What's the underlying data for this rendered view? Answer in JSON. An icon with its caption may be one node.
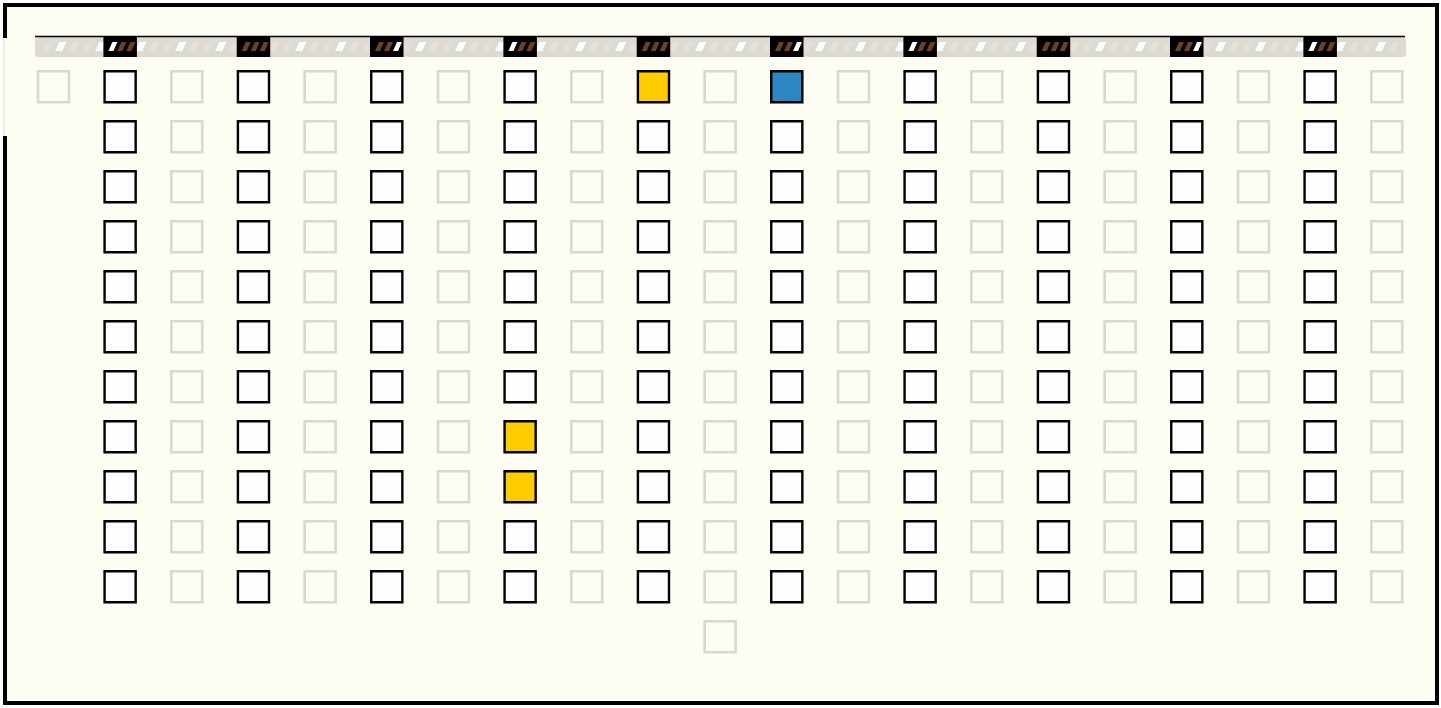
{
  "diagram": {
    "nodes": [
      {
        "text": [],
        "shape": "box"
      },
      {
        "text": [],
        "shape": "box"
      },
      {
        "text": [],
        "shape": "box"
      },
      {
        "text": [],
        "shape": "box"
      },
      {
        "text": [],
        "shape": "box"
      },
      {
        "text": [],
        "shape": "box"
      },
      {
        "text": [],
        "shape": "box"
      },
      {
        "text": [],
        "shape": "box"
      },
      {
        "text": [],
        "shape": "box"
      },
      {
        "text": [],
        "shape": "box"
      },
      {
        "text": [],
        "shape": "box"
      },
      {
        "text": [],
        "shape": "box"
      },
      {
        "text": [],
        "shape": "box"
      },
      {
        "text": [],
        "shape": "box"
      },
      {
        "text": [],
        "shape": "box"
      },
      {
        "text": [],
        "shape": "box"
      },
      {
        "text": [],
        "shape": "box"
      },
      {
        "text": [],
        "shape": "box"
      },
      {
        "text": [],
        "shape": "box"
      },
      {
        "text": [],
        "shape": "box"
      },
      {
        "text": [],
        "shape": "box"
      },
      {
        "text": [],
        "shape": "box"
      },
      {
        "text": [],
        "shape": "box"
      },
      {
        "text": [],
        "shape": "box"
      },
      {
        "text": [],
        "shape": "box"
      },
      {
        "text": [],
        "shape": "box"
      },
      {
        "text": [],
        "shape": "box"
      },
      {
        "text": [],
        "shape": "box"
      },
      {
        "text": [],
        "shape": "box"
      },
      {
        "text": [],
        "shape": "box"
      },
      {
        "text": [],
        "shape": "box"
      },
      {
        "text": [],
        "shape": "box"
      },
      {
        "text": [],
        "shape": "box"
      },
      {
        "text": [],
        "shape": "box"
      },
      {
        "text": [],
        "shape": "box"
      },
      {
        "text": [],
        "shape": "box"
      },
      {
        "text": [],
        "shape": "box"
      },
      {
        "text": [],
        "shape": "box"
      },
      {
        "text": [],
        "shape": "box"
      },
      {
        "text": [],
        "shape": "box"
      },
      {
        "text": [],
        "shape": "box"
      },
      {
        "text": [],
        "shape": "box"
      },
      {
        "text": [],
        "shape": "box"
      },
      {
        "text": [],
        "shape": "box"
      },
      {
        "text": [],
        "shape": "box"
      },
      {
        "text": [],
        "shape": "box"
      },
      {
        "text": [],
        "shape": "box"
      },
      {
        "text": [],
        "shape": "box"
      },
      {
        "text": [],
        "shape": "box"
      },
      {
        "text": [],
        "shape": "box"
      },
      {
        "text": [],
        "shape": "box"
      },
      {
        "text": [],
        "shape": "box"
      },
      {
        "text": [],
        "shape": "box"
      },
      {
        "text": [],
        "shape": "box"
      },
      {
        "text": [],
        "shape": "box"
      },
      {
        "text": [],
        "shape": "box"
      },
      {
        "text": [],
        "shape": "box"
      },
      {
        "text": [],
        "shape": "box"
      },
      {
        "text": [],
        "shape": "box"
      },
      {
        "text": [],
        "shape": "box"
      },
      {
        "text": [],
        "shape": "box"
      },
      {
        "text": [],
        "shape": "box"
      },
      {
        "text": [],
        "shape": "box"
      },
      {
        "text": [],
        "shape": "box"
      },
      {
        "text": [],
        "shape": "box"
      },
      {
        "text": [],
        "shape": "box"
      },
      {
        "text": [],
        "shape": "box"
      },
      {
        "text": [],
        "shape": "box"
      },
      {
        "text": [],
        "shape": "box"
      },
      {
        "text": [],
        "shape": "box"
      },
      {
        "text": [],
        "shape": "box"
      },
      {
        "text": [],
        "shape": "box"
      },
      {
        "text": [],
        "shape": "box"
      },
      {
        "text": [],
        "shape": "box"
      },
      {
        "text": [],
        "shape": "box"
      },
      {
        "text": [],
        "shape": "box"
      },
      {
        "text": [],
        "shape": "box"
      },
      {
        "text": [],
        "shape": "box"
      },
      {
        "text": [],
        "shape": "box"
      },
      {
        "text": [],
        "shape": "box"
      },
      {
        "text": [],
        "shape": "box"
      },
      {
        "text": [],
        "shape": "box"
      },
      {
        "text": [],
        "shape": "box"
      },
      {
        "text": [],
        "shape": "box"
      },
      {
        "text": [],
        "shape": "box"
      },
      {
        "text": [],
        "shape": "box"
      },
      {
        "text": [],
        "shape": "box"
      },
      {
        "text": [],
        "shape": "box"
      },
      {
        "text": [],
        "shape": "box"
      },
      {
        "text": [],
        "shape": "box"
      },
      {
        "text": [],
        "shape": "box"
      },
      {
        "text": [],
        "shape": "box"
      },
      {
        "text": [],
        "shape": "box"
      },
      {
        "text": [],
        "shape": "box"
      },
      {
        "text": [],
        "shape": "box"
      },
      {
        "text": [],
        "shape": "box"
      },
      {
        "text": [],
        "shape": "box"
      },
      {
        "text": [],
        "shape": "box"
      },
      {
        "text": [],
        "shape": "box"
      },
      {
        "text": [],
        "shape": "box"
      },
      {
        "text": [],
        "shape": "box"
      },
      {
        "text": [],
        "shape": "box"
      },
      {
        "text": [],
        "shape": "box"
      },
      {
        "text": [],
        "shape": "box"
      },
      {
        "text": [],
        "shape": "box"
      },
      {
        "text": [],
        "shape": "box"
      },
      {
        "text": [],
        "shape": "box"
      },
      {
        "text": [],
        "shape": "box"
      },
      {
        "text": [],
        "shape": "box"
      },
      {
        "text": [],
        "shape": "box"
      },
      {
        "text": [],
        "shape": "box"
      },
      {
        "text": [],
        "shape": "box"
      },
      {
        "text": [],
        "shape": "box"
      },
      {
        "text": [],
        "shape": "box"
      },
      {
        "text": [],
        "shape": "box"
      },
      {
        "text": [],
        "shape": "box"
      },
      {
        "text": [],
        "shape": "box"
      },
      {
        "text": [],
        "shape": "box"
      },
      {
        "text": [],
        "shape": "box"
      },
      {
        "text": [],
        "shape": "box"
      },
      {
        "text": [],
        "shape": "box"
      },
      {
        "text": [],
        "shape": "box"
      },
      {
        "text": [],
        "shape": "box"
      },
      {
        "text": [],
        "shape": "box"
      },
      {
        "text": [],
        "shape": "box"
      },
      {
        "text": [],
        "shape": "box"
      },
      {
        "text": [],
        "shape": "box"
      },
      {
        "text": [],
        "shape": "box"
      },
      {
        "text": [],
        "shape": "box"
      },
      {
        "text": [],
        "shape": "box"
      },
      {
        "text": [],
        "shape": "box"
      },
      {
        "text": [],
        "shape": "box"
      },
      {
        "text": [],
        "shape": "box"
      },
      {
        "text": [],
        "shape": "box"
      },
      {
        "text": [],
        "shape": "box"
      },
      {
        "text": [],
        "shape": "box"
      },
      {
        "text": [],
        "shape": "box"
      },
      {
        "text": [],
        "shape": "box"
      },
      {
        "text": [],
        "shape": "box"
      },
      {
        "text": [],
        "shape": "box"
      },
      {
        "text": [],
        "shape": "box"
      },
      {
        "text": [],
        "shape": "box"
      },
      {
        "text": [],
        "shape": "box"
      },
      {
        "text": [],
        "shape": "box"
      },
      {
        "text": [],
        "shape": "box"
      },
      {
        "text": [],
        "shape": "box"
      },
      {
        "text": [],
        "shape": "box"
      },
      {
        "text": [],
        "shape": "box"
      },
      {
        "text": [],
        "shape": "box"
      },
      {
        "text": [],
        "shape": "box"
      },
      {
        "text": [],
        "shape": "box"
      },
      {
        "text": [],
        "shape": "box"
      },
      {
        "text": [],
        "shape": "box"
      },
      {
        "text": [],
        "shape": "box"
      },
      {
        "text": [],
        "shape": "box"
      },
      {
        "text": [],
        "shape": "box"
      },
      {
        "text": [],
        "shape": "box"
      },
      {
        "text": [],
        "shape": "box"
      },
      {
        "text": [],
        "shape": "box"
      },
      {
        "text": [],
        "shape": "box"
      },
      {
        "text": [],
        "shape": "box"
      },
      {
        "text": [],
        "shape": "box"
      },
      {
        "text": [],
        "shape": "box"
      },
      {
        "text": [],
        "shape": "box"
      },
      {
        "text": [],
        "shape": "box"
      },
      {
        "text": [],
        "shape": "box"
      },
      {
        "text": [],
        "shape": "box"
      },
      {
        "text": [],
        "shape": "box"
      },
      {
        "text": [],
        "shape": "box"
      },
      {
        "text": [],
        "shape": "box"
      },
      {
        "text": [],
        "shape": "box"
      },
      {
        "text": [],
        "shape": "box"
      },
      {
        "text": [],
        "shape": "box"
      },
      {
        "text": [],
        "shape": "box"
      },
      {
        "text": [],
        "shape": "box"
      },
      {
        "text": [],
        "shape": "box"
      },
      {
        "text": [],
        "shape": "box"
      },
      {
        "text": [],
        "shape": "box"
      },
      {
        "text": [],
        "shape": "box"
      },
      {
        "text": [],
        "shape": "box"
      },
      {
        "text": [],
        "shape": "box"
      },
      {
        "text": [],
        "shape": "box"
      },
      {
        "text": [],
        "shape": "box"
      },
      {
        "text": [],
        "shape": "box"
      },
      {
        "text": [],
        "shape": "box"
      },
      {
        "text": [],
        "shape": "box"
      },
      {
        "text": [],
        "shape": "box"
      },
      {
        "text": [],
        "shape": "box"
      },
      {
        "text": [],
        "shape": "box"
      },
      {
        "text": [],
        "shape": "box"
      },
      {
        "text": [],
        "shape": "box"
      },
      {
        "text": [],
        "shape": "box"
      },
      {
        "text": [],
        "shape": "box"
      },
      {
        "text": [],
        "shape": "box"
      },
      {
        "text": [],
        "shape": "box"
      },
      {
        "text": [],
        "shape": "box"
      },
      {
        "text": [],
        "shape": "box"
      },
      {
        "text": [],
        "shape": "box"
      },
      {
        "text": [],
        "shape": "box"
      },
      {
        "text": [],
        "shape": "box"
      },
      {
        "text": [],
        "shape": "box"
      },
      {
        "text": [],
        "shape": "box"
      },
      {
        "text": [],
        "shape": "box"
      },
      {
        "text": [],
        "shape": "box"
      },
      {
        "text": [],
        "shape": "box"
      },
      {
        "text": [],
        "shape": "box"
      },
      {
        "text": [],
        "shape": "box"
      },
      {
        "text": [],
        "shape": "box"
      },
      {
        "text": [],
        "shape": "box"
      },
      {
        "text": [],
        "shape": "box"
      },
      {
        "text": [],
        "shape": "box"
      },
      {
        "text": [],
        "shape": "box"
      },
      {
        "text": [],
        "shape": "box"
      },
      {
        "text": [],
        "shape": "box"
      },
      {
        "text": [],
        "shape": "box"
      },
      {
        "text": [],
        "shape": "box"
      },
      {
        "text": [],
        "shape": "box"
      },
      {
        "text": [],
        "shape": "box"
      },
      {
        "text": [],
        "shape": "box"
      },
      {
        "text": [],
        "shape": "box"
      },
      {
        "text": [],
        "shape": "box"
      },
      {
        "text": [],
        "shape": "box"
      }
    ]
  }
}
